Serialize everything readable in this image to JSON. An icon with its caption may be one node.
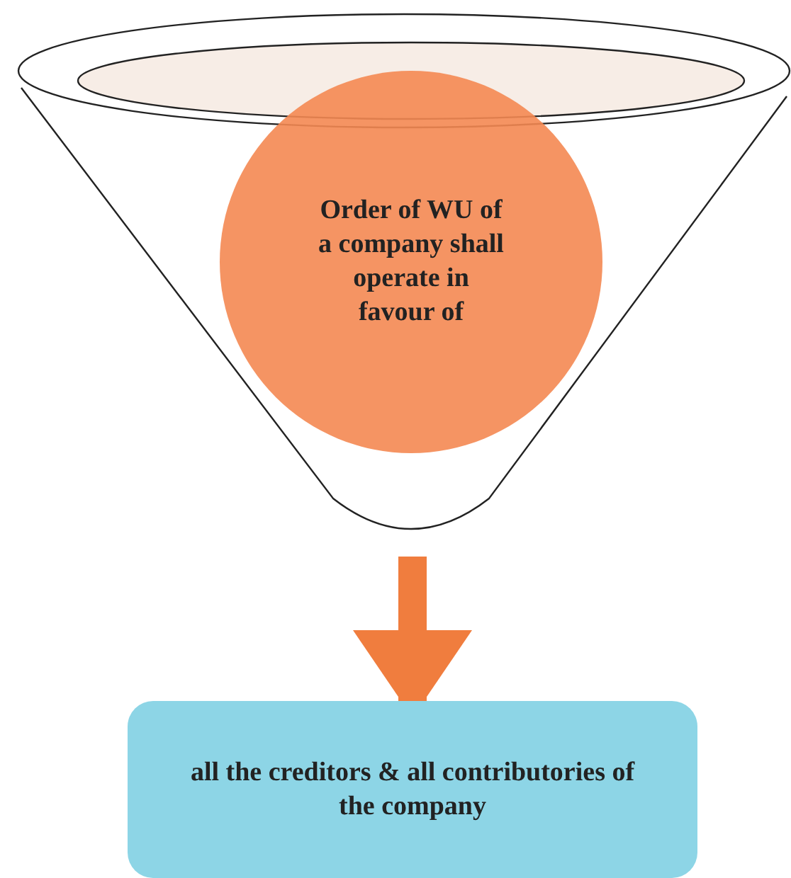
{
  "diagram": {
    "nodes": [
      {
        "text": [],
        "shape": "funnel"
      },
      {
        "text": [
          "Order of WU of a company shall operate in favour of"
        ],
        "in": 0
      },
      {
        "text": [
          "all the creditors & all contributories of the company"
        ]
      }
    ],
    "edges": [
      {
        "from": 0,
        "to": 2,
        "arrow": "to"
      }
    ]
  }
}
